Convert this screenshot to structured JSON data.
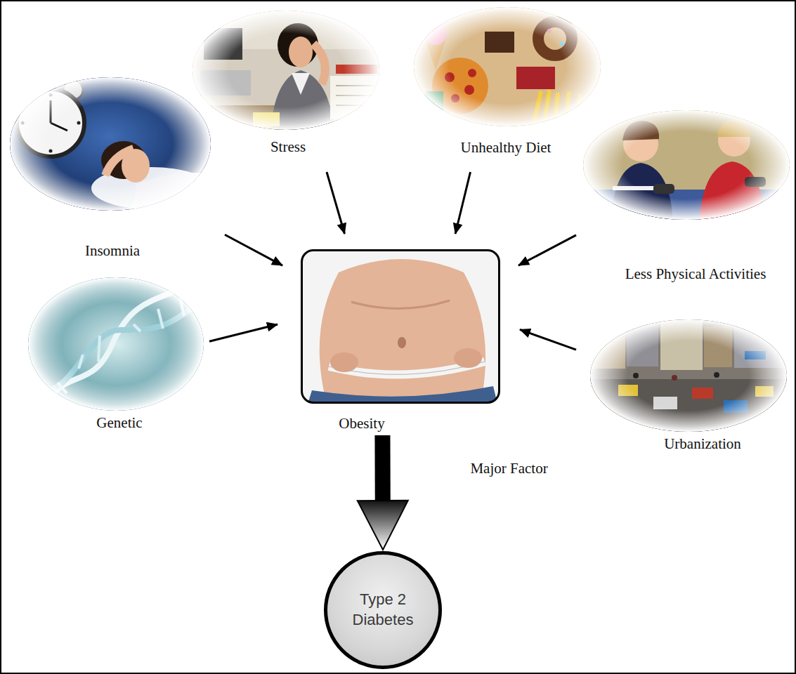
{
  "diagram": {
    "nodes": [
      {
        "text": [
          "Stress"
        ]
      },
      {
        "text": [
          "Unhealthy Diet"
        ]
      },
      {
        "text": [
          "Insomnia"
        ]
      },
      {
        "text": [
          "Less Physical Activities"
        ]
      },
      {
        "text": [
          "Obesity"
        ]
      },
      {
        "text": [
          "Genetic"
        ]
      },
      {
        "text": [
          "Urbanization"
        ]
      },
      {
        "text": [
          "Type 2 Diabetes"
        ]
      }
    ],
    "edges": [
      {
        "from": 0,
        "to": 4,
        "arrow": "to"
      },
      {
        "from": 1,
        "to": 4,
        "arrow": "to"
      },
      {
        "from": 2,
        "to": 4,
        "arrow": "to"
      },
      {
        "from": 3,
        "to": 4,
        "arrow": "to"
      },
      {
        "from": 5,
        "to": 4,
        "arrow": "to"
      },
      {
        "from": 6,
        "to": 4,
        "arrow": "to"
      },
      {
        "from": 4,
        "to": 7,
        "arrow": "to",
        "label": "Major Factor"
      }
    ]
  }
}
